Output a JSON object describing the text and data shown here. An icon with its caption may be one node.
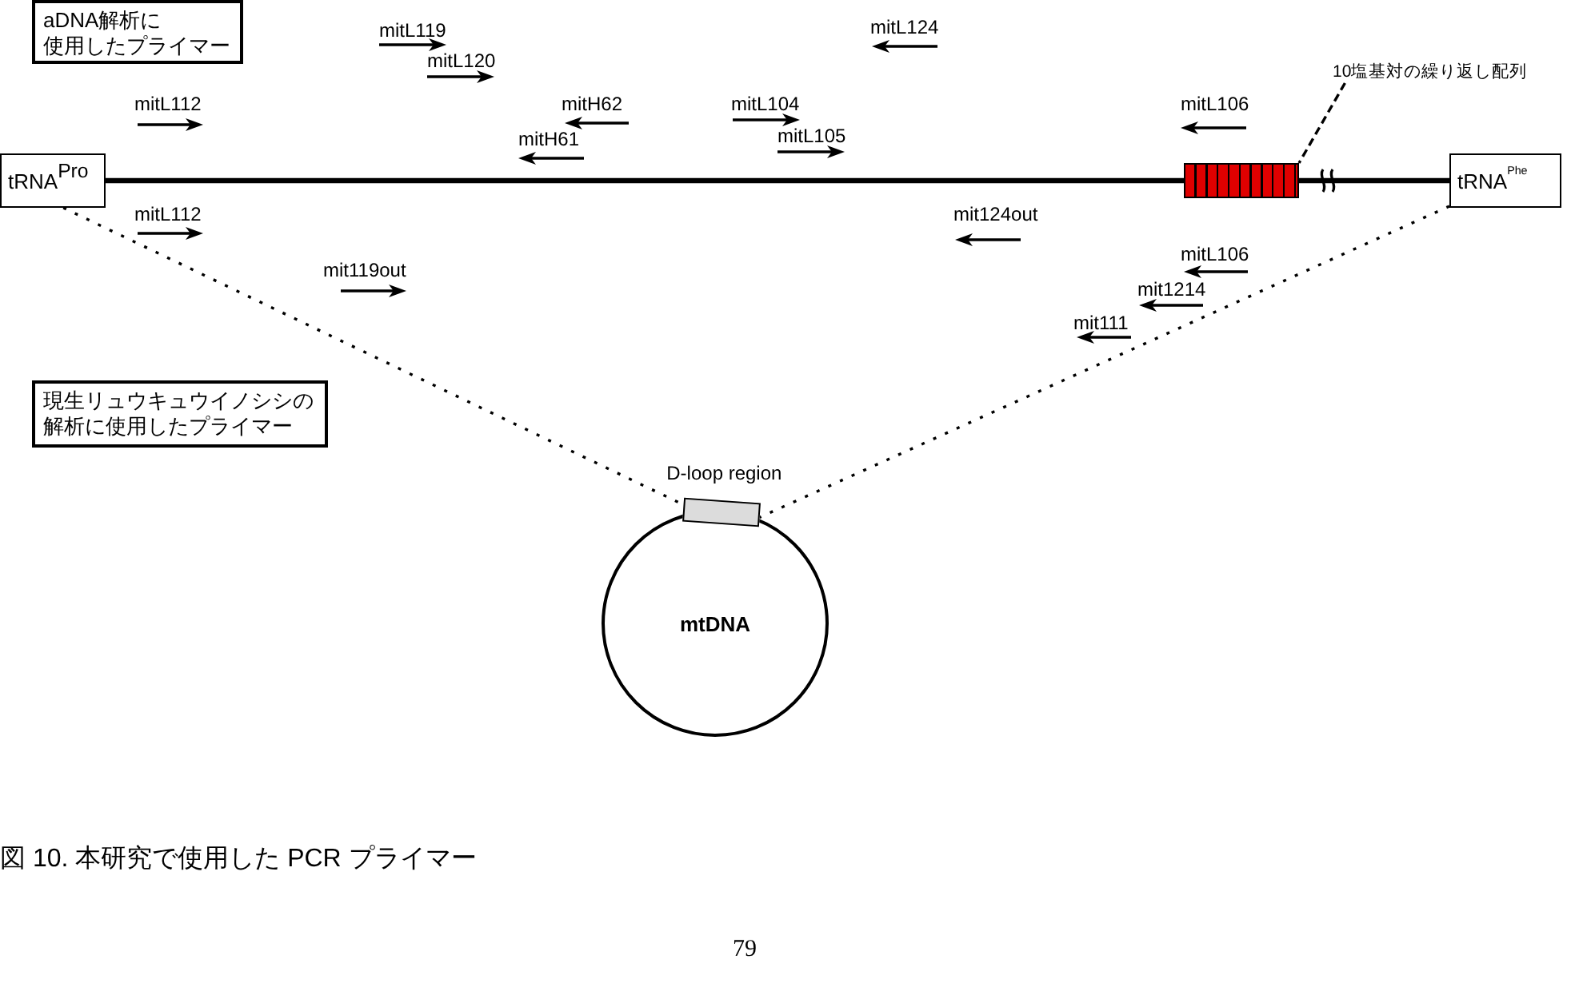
{
  "diagram": {
    "caption": "図 10. 本研究で使用した PCR プライマー",
    "nodes": [
      {
        "text": [
          "aDNA解析に使用したプライマー"
        ]
      },
      {
        "text": [
          "10塩基対の繰り返し配列"
        ]
      },
      {
        "text": [
          "tRNA$^{Pro}$"
        ]
      },
      {
        "text": [],
        "shape": "box"
      },
      {
        "text": [
          "tRNA$^{Phe}$"
        ]
      },
      {
        "text": [
          "現生リュウキュウイノシシの解析に使用したプライマー"
        ]
      },
      {
        "text": [
          "D-loop region"
        ]
      },
      {
        "text": [
          "mtDNA"
        ]
      }
    ],
    "edges": [
      {
        "from": 1,
        "to": 3,
        "arrow": "none",
        "style": "dashed"
      },
      {
        "from": 2,
        "to": 3,
        "arrow": "none",
        "style": "thick"
      },
      {
        "from": 3,
        "to": 4,
        "arrow": "none",
        "style": "thick"
      },
      {
        "from": 2,
        "to": 6,
        "arrow": "none",
        "style": "dashed"
      },
      {
        "from": 4,
        "to": 6,
        "arrow": "none",
        "style": "dashed"
      }
    ],
    "labels": [
      "mitL119",
      "mitL124",
      "mitL120",
      "mitL112",
      "mitH62",
      "mitL104",
      "mitL106",
      "mitH61",
      "mitL105",
      "mitL112",
      "mit124out",
      "mit119out",
      "mitL106",
      "mit1214",
      "mit111",
      "79"
    ]
  }
}
